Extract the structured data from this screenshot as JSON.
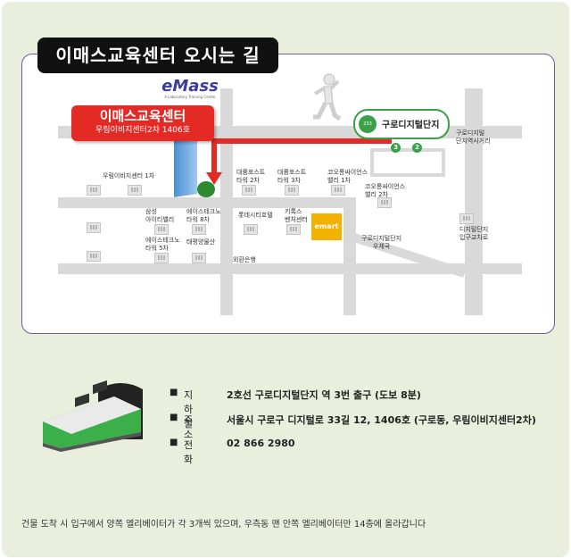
{
  "title": "이매스교육센터 오시는 길",
  "logo": {
    "brand": "eMass",
    "tagline": "A Laboratory Training Center"
  },
  "target": {
    "name": "이매스교육센터",
    "address": "우림이비지센터2차 1406호"
  },
  "station": {
    "badge": "233",
    "name": "구로디지털단지",
    "exit_a": "3",
    "exit_b": "2"
  },
  "map_labels": {
    "woorim1": "우림이비지센터 1차",
    "daeryung2": "대륭포스트\n타워 2차",
    "daeryung3": "대륭포스트\n타워 3차",
    "korong1": "코오롱싸이언스\n밸리 1차",
    "korong2": "코오롱싸이언스\n밸리 2차",
    "samsung": "삼성\n아이티밸리",
    "ace8": "에이스테크노\n타워 8차",
    "ace5": "에이스테크노\n타워 5차",
    "lotte": "롯데시티호텔",
    "kiroks": "키록스\n벤처센터",
    "taepyung": "태평양물산",
    "emart": "emart",
    "guro_post": "구로디지털단지\n우체국",
    "ind_bank": "외환은행",
    "digital_station_st": "구로디지털\n단지역사거리",
    "digital_entrance": "디지털단지\n입구교차로"
  },
  "info": [
    {
      "key": "지하철",
      "value": "2호선 구로디지털단지 역 3번 출구 (도보 8분)"
    },
    {
      "key": "주 소",
      "value": "서울시 구로구 디지털로 33길 12, 1406호 (구로동, 우림이비지센터2차)"
    },
    {
      "key": "전화",
      "value": "02 866 2980"
    }
  ],
  "footer": "건물 도착 시 입구에서 양쪽 엘리베이터가 각 3개씩 있으며, 우측동 맨 안쪽 엘리베이터만 14층에 올라갑니다",
  "colors": {
    "accent_red": "#e32a24",
    "line2_green": "#3aa14a",
    "frame_purple": "#6b5aa6",
    "background": "#e9eedd"
  }
}
